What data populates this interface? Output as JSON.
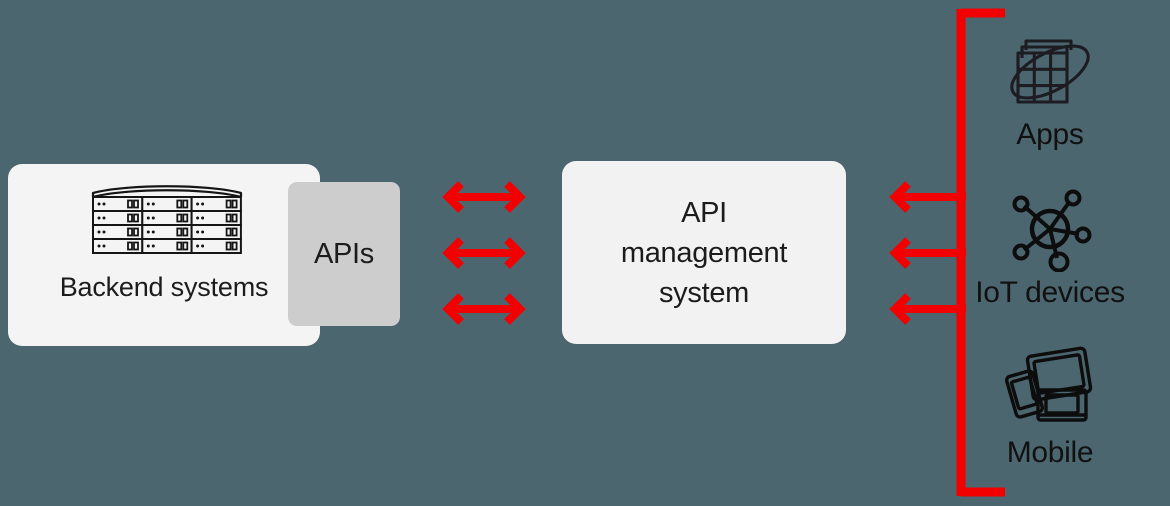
{
  "diagram": {
    "title": "API management system architecture",
    "background_color": "#4c6670",
    "accent_color": "#f20000",
    "panel_color": "#f2f2f2",
    "apis_box_color": "#cdcdcd",
    "text_color": "#1c1c1c"
  },
  "backend": {
    "label": "Backend systems",
    "icon": "server-rack-icon",
    "rack": {
      "columns": 3,
      "rows": 4
    }
  },
  "apis": {
    "label": "APIs"
  },
  "connectors": {
    "middle": {
      "icon": "double-headed-arrow-icon",
      "count": 3,
      "direction": "bidirectional",
      "color": "#f20000"
    },
    "right": {
      "icon": "left-arrow-icon",
      "count": 3,
      "direction": "left",
      "color": "#f20000"
    },
    "bracket": {
      "icon": "bracket-icon",
      "color": "#f20000"
    }
  },
  "management": {
    "line1": "API",
    "line2": "management",
    "line3": "system"
  },
  "endpoints": [
    {
      "label": "Apps",
      "icon": "apps-grid-orbit-icon"
    },
    {
      "label": "IoT devices",
      "icon": "network-hub-icon"
    },
    {
      "label": "Mobile",
      "icon": "devices-tablet-phone-laptop-icon"
    }
  ]
}
